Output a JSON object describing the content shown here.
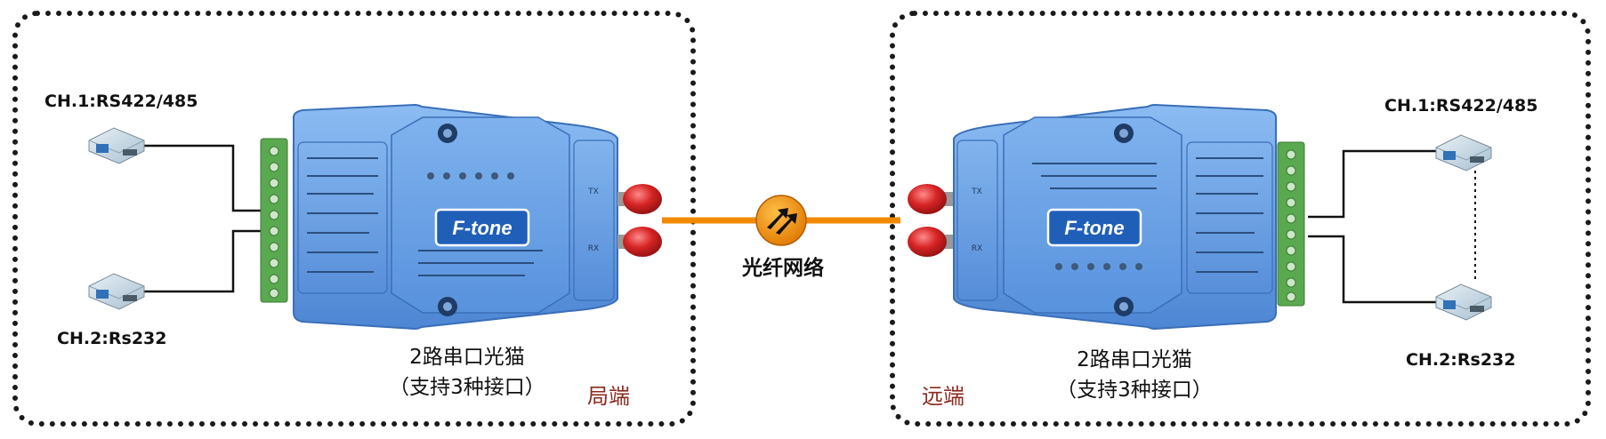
{
  "local": {
    "ch1_label": "CH.1:RS422/485",
    "ch2_label": "CH.2:Rs232",
    "device_name": "2路串口光猫",
    "device_note": "（支持3种接口）",
    "end_label": "局端"
  },
  "remote": {
    "ch1_label": "CH.1:RS422/485",
    "ch2_label": "CH.2:Rs232",
    "device_name": "2路串口光猫",
    "device_note": "（支持3种接口）",
    "end_label": "远端"
  },
  "network": {
    "label": "光纤网络",
    "icon": "arrows-exchange-icon",
    "link_color": "#f28a00"
  },
  "device": {
    "brand": "F-tone",
    "body_color": "#6fa6e8",
    "port_labels": [
      "TX",
      "RX"
    ]
  },
  "colors": {
    "border": "#1a1a1a",
    "end_label": "#8b2a1e",
    "connector": "#cf2020",
    "terminal": "#5aa84f"
  }
}
